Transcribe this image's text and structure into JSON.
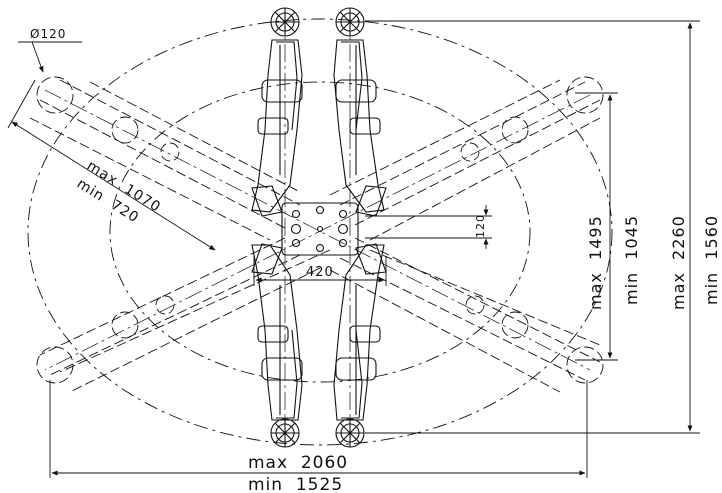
{
  "dimensions": {
    "arm_pad_diameter": "Ø120",
    "arm_reach_max": "max  1070",
    "arm_reach_min": "min  720",
    "pad_spacing": "420",
    "pad_offset": "120",
    "span_inner_max": "max  1495",
    "span_inner_min": "min  1045",
    "span_outer_max": "max  2260",
    "span_outer_min": "min  1560",
    "width_max": "max  2060",
    "width_min": "min  1525"
  }
}
